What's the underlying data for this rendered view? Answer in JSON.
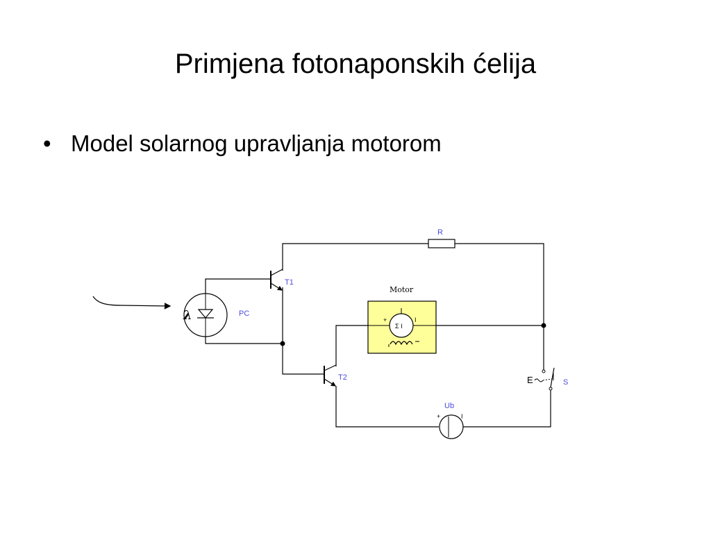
{
  "slide": {
    "title": "Primjena fotonaponskih ćelija",
    "bullets": [
      {
        "marker": "•",
        "text": "Model solarnog upravljanja motorom"
      }
    ]
  },
  "circuit": {
    "labels": {
      "resistor": "R",
      "transistor_1": "T1",
      "transistor_2": "T2",
      "photocell": "PC",
      "photocell_symbol": "λ",
      "motor_title": "Motor",
      "motor_symbol": "Σ I",
      "supply": "Ub",
      "switch": "S",
      "switch_symbol": "E",
      "plus": "+",
      "minus": "I"
    },
    "colors": {
      "label_blue": "#4a4adf",
      "motor_fill": "#ffff99",
      "wire": "#000000"
    },
    "icons": [
      "arrow-icon",
      "photocell-icon",
      "transistor-icon",
      "motor-icon",
      "resistor-icon",
      "switch-icon",
      "voltage-source-icon"
    ]
  }
}
